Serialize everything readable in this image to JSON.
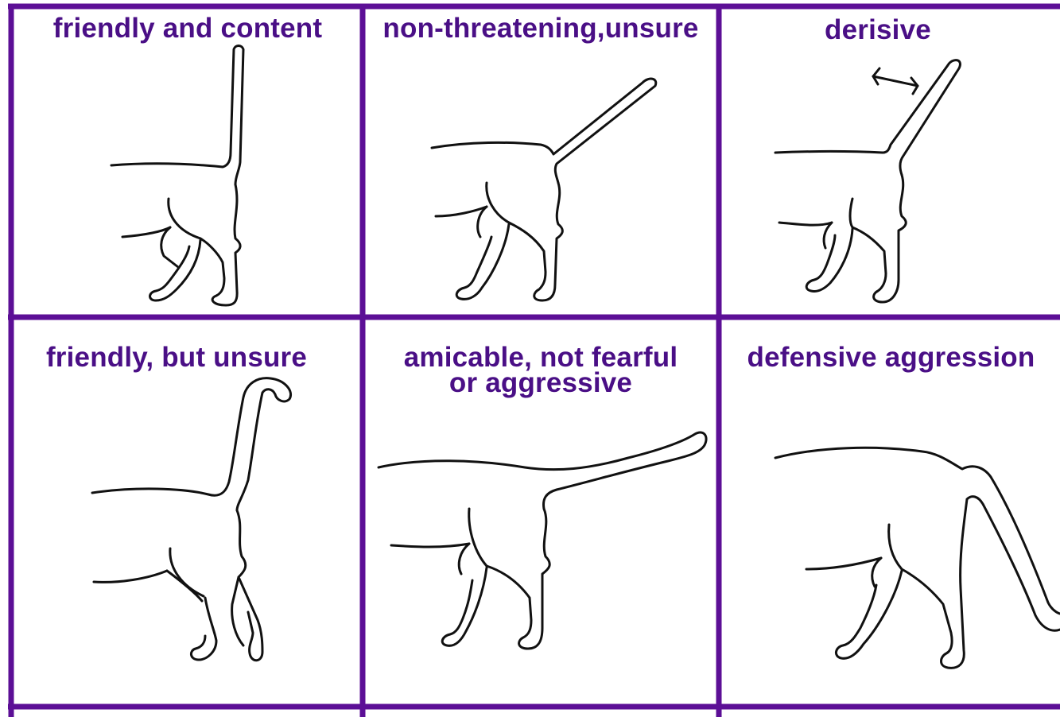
{
  "colors": {
    "border": "#5c0f96",
    "label": "#4a0f86",
    "stroke": "#111111",
    "background": "#ffffff"
  },
  "cells": [
    {
      "label": "friendly and content",
      "drawing": "cat-tail-straight-up"
    },
    {
      "label": "non-threatening,unsure",
      "drawing": "cat-tail-angled-up"
    },
    {
      "label": "derisive",
      "drawing": "cat-tail-swishing"
    },
    {
      "label": "friendly, but unsure",
      "drawing": "cat-tail-hooked-tip"
    },
    {
      "label": "amicable, not fearful\nor aggressive",
      "drawing": "cat-tail-horizontal"
    },
    {
      "label": "defensive aggression",
      "drawing": "cat-tail-curved-down"
    }
  ]
}
